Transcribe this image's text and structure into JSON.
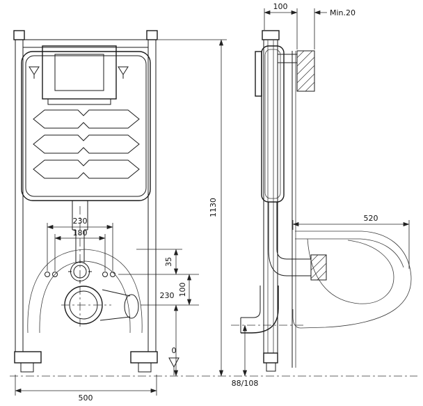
{
  "drawing": {
    "labels": {
      "front_width": "500",
      "front_height": "1130",
      "fixing_outer": "230",
      "fixing_inner": "180",
      "offset_small": "35",
      "outlet_floor": "230",
      "outlet_offset": "100",
      "floor_level": "0",
      "frame_depth": "100",
      "wall_min": "Min.20",
      "bowl_depth": "520",
      "outlet_height": "88/108"
    }
  }
}
